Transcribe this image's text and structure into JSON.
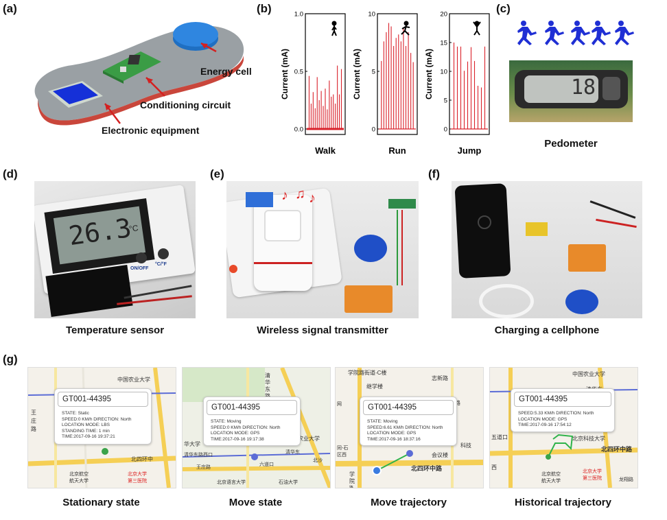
{
  "panel_letters": {
    "a": "(a)",
    "b": "(b)",
    "c": "(c)",
    "d": "(d)",
    "e": "(e)",
    "f": "(f)",
    "g": "(g)"
  },
  "panel_a": {
    "labels": {
      "energy_cell": "Energy cell",
      "conditioning_circuit": "Conditioning circuit",
      "electronic_equipment": "Electronic equipment"
    }
  },
  "panel_b": {
    "chart_data": [
      {
        "type": "line",
        "title": "",
        "caption": "Walk",
        "ylabel": "Current (mA)",
        "ylim": [
          0,
          1.0
        ],
        "yticks": [
          "0.0",
          "0.5",
          "1.0"
        ],
        "icon": "walking-person-icon",
        "x": [
          1,
          2,
          3,
          4,
          5,
          6,
          7,
          8,
          9,
          10,
          11,
          12,
          13,
          14,
          15,
          16,
          17
        ],
        "values": [
          0.46,
          0.22,
          0.32,
          0.18,
          0.45,
          0.25,
          0.33,
          0.2,
          0.35,
          0.17,
          0.42,
          0.28,
          0.3,
          0.22,
          0.55,
          0.3,
          0.52
        ]
      },
      {
        "type": "line",
        "title": "",
        "caption": "Run",
        "ylabel": "Current (mA)",
        "ylim": [
          0,
          10
        ],
        "yticks": [
          "0",
          "5",
          "10"
        ],
        "icon": "running-person-icon",
        "x": [
          1,
          2,
          3,
          4,
          5,
          6,
          7,
          8,
          9,
          10,
          11,
          12,
          13,
          14
        ],
        "values": [
          5.9,
          7.6,
          8.4,
          9.2,
          8.9,
          7.2,
          7.9,
          8.2,
          7.6,
          8.8,
          7.2,
          8.4,
          6.6,
          5.8
        ]
      },
      {
        "type": "line",
        "title": "",
        "caption": "Jump",
        "ylabel": "Current (mA)",
        "ylim": [
          0,
          20
        ],
        "yticks": [
          "0",
          "5",
          "10",
          "15",
          "20"
        ],
        "icon": "jumping-person-icon",
        "x": [
          1,
          2,
          3,
          4,
          5,
          6,
          7,
          8,
          9,
          10
        ],
        "values": [
          15.0,
          14.3,
          14.3,
          10.1,
          11.7,
          14.2,
          11.8,
          7.5,
          7.2,
          14.3
        ]
      }
    ]
  },
  "panel_c": {
    "caption": "Pedometer",
    "display": "18"
  },
  "panel_d": {
    "caption": "Temperature sensor",
    "display": "26.3",
    "unit": "°C",
    "button_labels": [
      "ON/OFF",
      "°C/°F"
    ]
  },
  "panel_e": {
    "caption": "Wireless signal transmitter"
  },
  "panel_f": {
    "caption": "Charging a cellphone"
  },
  "panel_g": {
    "maps": [
      {
        "caption": "Stationary state",
        "card_title": "GT001-44395",
        "lines": [
          "STATE: Static",
          "SPEED:0 KM/h  DIRECTION: North",
          "LOCATION MODE: LBS",
          "STANDING TIME: 1 min",
          "TIME:2017-09-16 19:37:21"
        ],
        "road_labels": [
          "中国农业大学",
          "北四环中",
          "北京航空",
          "航天大学",
          "北京大学",
          "第三医院",
          "王",
          "庄",
          "路"
        ]
      },
      {
        "caption": "Move state",
        "card_title": "GT001-44395",
        "lines": [
          "STATE: Moving",
          "SPEED:0 KM/h  DIRECTION: North",
          "LOCATION MODE: GPS",
          "TIME:2017-09-16 19:17:38"
        ],
        "road_labels": [
          "清",
          "华",
          "东",
          "路",
          "华大学",
          "农业大学",
          "清华东路西口",
          "清华东",
          "北沙",
          "六道口",
          "王庄路",
          "北京语言大学",
          "石油大学"
        ]
      },
      {
        "caption": "Move trajectory",
        "card_title": "GT001-44395",
        "lines": [
          "STATE: Moving",
          "SPEED:6.61 KM/h  DIRECTION: North",
          "LOCATION MODE: GPS",
          "TIME:2017-09-16 18:37:16"
        ],
        "road_labels": [
          "学院路街道-C楼",
          "志新路",
          "继学楼",
          "四环东路",
          "科技",
          "会议楼",
          "北四环中路",
          "学",
          "院",
          "路",
          "同-石",
          "区西",
          "网"
        ]
      },
      {
        "caption": "Historical trajectory",
        "card_title": "GT001-44395",
        "lines": [
          "SPEED:5.33 KM/h  DIRECTION: North",
          "LOCATION MODE: GPS",
          "TIME:2017-09-16 17:54:12"
        ],
        "road_labels": [
          "中国农业大学",
          "清华东",
          "北京科技大学",
          "北四环中路",
          "北京航空",
          "航天大学",
          "北京大学",
          "第三医院",
          "龙翔路",
          "五道口",
          "西"
        ]
      }
    ]
  },
  "colors": {
    "trace": "#d9202a",
    "walk_noise": "#c81e28",
    "blue_cell": "#2f86e0",
    "road_yellow": "#f5cf55",
    "road_blue": "#5b6cd6"
  }
}
